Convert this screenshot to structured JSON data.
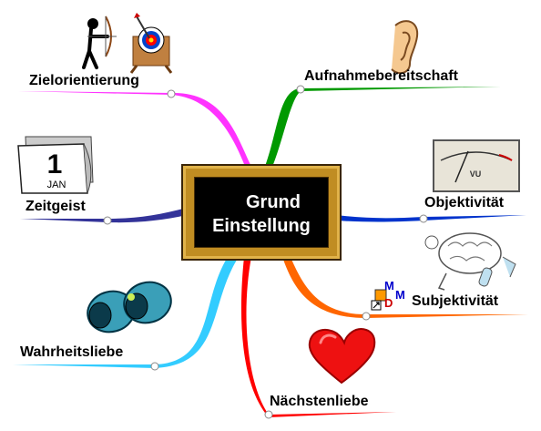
{
  "central": {
    "line1": "Grund",
    "line2": "Einstellung"
  },
  "branches": [
    {
      "label": "Zielorientierung",
      "color": "#ff33ff",
      "icon": "archer-target-icon"
    },
    {
      "label": "Aufnahmebereitschaft",
      "color": "#009900",
      "icon": "ear-icon"
    },
    {
      "label": "Zeitgeist",
      "color": "#333399",
      "icon": "calendar-icon"
    },
    {
      "label": "Objektivität",
      "color": "#0033cc",
      "icon": "vu-meter-icon"
    },
    {
      "label": "Subjektivität",
      "color": "#ff6600",
      "icon": "brain-icon"
    },
    {
      "label": "Wahrheitsliebe",
      "color": "#33ccff",
      "icon": "binoculars-icon"
    },
    {
      "label": "Nächstenliebe",
      "color": "#ff0000",
      "icon": "heart-icon"
    }
  ],
  "calendar": {
    "day": "1",
    "month": "JAN"
  },
  "meter": {
    "label": "VU"
  },
  "app_badge": {
    "letters": "MMD"
  }
}
